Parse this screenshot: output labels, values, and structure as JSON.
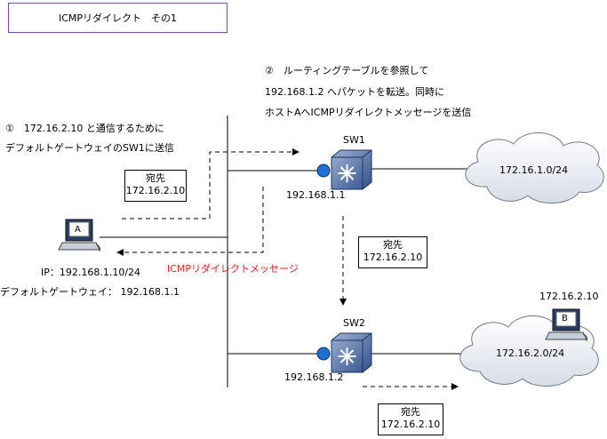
{
  "title": "ICMPリダイレクト　その1",
  "step1": {
    "line1": "①　172.16.2.10 と通信するために",
    "line2": "デフォルトゲートウェイのSW1に送信"
  },
  "step2": {
    "line1": "②　ルーティングテーブルを参照して",
    "line2": "192.168.1.2 へパケットを転送。同時に",
    "line3": "ホストAへICMPリダイレクトメッセージを送信"
  },
  "dest_boxes": [
    {
      "label": "宛先",
      "ip": "172.16.2.10"
    },
    {
      "label": "宛先",
      "ip": "172.16.2.10"
    },
    {
      "label": "宛先",
      "ip": "172.16.2.10"
    }
  ],
  "sw1": {
    "name": "SW1",
    "ip": "192.168.1.1"
  },
  "sw2": {
    "name": "SW2",
    "ip": "192.168.1.2"
  },
  "cloud1": {
    "network": "172.16.1.0/24"
  },
  "cloud2": {
    "network": "172.16.2.0/24"
  },
  "host_a": {
    "label": "A",
    "ip": "IP：192.168.1.10/24",
    "gateway": "デフォルトゲートウェイ：  192.168.1.1"
  },
  "host_b": {
    "label": "B",
    "ip": "172.16.2.10"
  },
  "redirect_msg": "ICMPリダイレクトメッセージ",
  "colors": {
    "redirect_text": "#e02020",
    "title_border": "#7a4a9e",
    "interface_dot": "#1f6fd0"
  }
}
